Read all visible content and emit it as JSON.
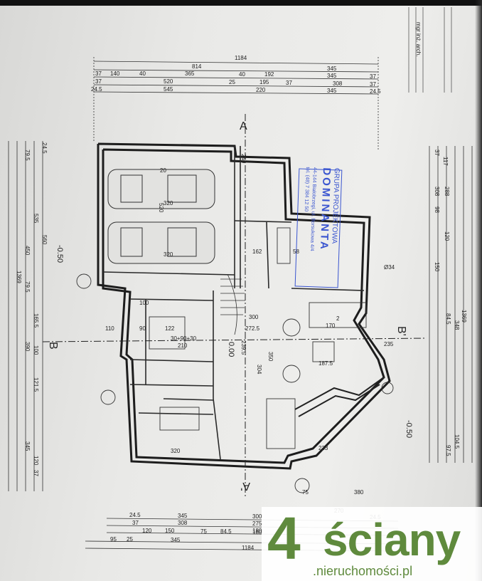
{
  "plan": {
    "dims_top": [
      {
        "t": "1184"
      },
      {
        "t": "814"
      },
      {
        "t": "345"
      },
      {
        "t": "37"
      },
      {
        "t": "140"
      },
      {
        "t": "40"
      },
      {
        "t": "365"
      },
      {
        "t": "40"
      },
      {
        "t": "192"
      },
      {
        "t": "345"
      },
      {
        "t": "37"
      },
      {
        "t": "37"
      },
      {
        "t": "520"
      },
      {
        "t": "25"
      },
      {
        "t": "195"
      },
      {
        "t": "37"
      },
      {
        "t": "308"
      },
      {
        "t": "37"
      },
      {
        "t": "24.5"
      },
      {
        "t": "545"
      },
      {
        "t": "220"
      },
      {
        "t": "345"
      },
      {
        "t": "24.5"
      }
    ],
    "dims_bottom": [
      {
        "t": "24.5"
      },
      {
        "t": "345"
      },
      {
        "t": "300"
      },
      {
        "t": "24.5"
      },
      {
        "t": "37"
      },
      {
        "t": "308"
      },
      {
        "t": "275"
      },
      {
        "t": "180"
      },
      {
        "t": "120"
      },
      {
        "t": "150"
      },
      {
        "t": "75"
      },
      {
        "t": "84.5"
      },
      {
        "t": "180"
      },
      {
        "t": "95"
      },
      {
        "t": "25"
      },
      {
        "t": "345"
      },
      {
        "t": "345"
      },
      {
        "t": "1184"
      }
    ],
    "dims_left": [
      {
        "t": "24.5"
      },
      {
        "t": "79.5"
      },
      {
        "t": "535"
      },
      {
        "t": "560"
      },
      {
        "t": "450"
      },
      {
        "t": "1369"
      },
      {
        "t": "79.5"
      },
      {
        "t": "165.5"
      },
      {
        "t": "390"
      },
      {
        "t": "100"
      },
      {
        "t": "121.5"
      },
      {
        "t": "345"
      },
      {
        "t": "120"
      },
      {
        "t": "37"
      }
    ],
    "dims_right": [
      {
        "t": "37"
      },
      {
        "t": "117"
      },
      {
        "t": "308"
      },
      {
        "t": "288"
      },
      {
        "t": "98"
      },
      {
        "t": "120"
      },
      {
        "t": "150"
      },
      {
        "t": "1369"
      },
      {
        "t": "84.5"
      },
      {
        "t": "348"
      },
      {
        "t": "104.5"
      },
      {
        "t": "97.5"
      }
    ],
    "labels": {
      "section_a_top": "A",
      "section_a_bottom": "A'",
      "section_b_left": "B",
      "section_b_right": "B'",
      "level_left": "-0.50",
      "level_right": "-0.50",
      "level_center": "0.00",
      "garage_w": "520",
      "car_1": "320",
      "car_2": "320",
      "room_90": "30+90+30",
      "room_210": "210",
      "stair_300": "300",
      "r_272": "272.5",
      "r_239": "239.5",
      "r_350": "350",
      "r_304": "304",
      "r_170": "170",
      "r_187": "187.5",
      "r_235": "235",
      "r_320": "320",
      "r_233": "233",
      "fi": "Ø34",
      "d_162": "162",
      "d_58": "58",
      "d_100": "100",
      "d_90": "90",
      "d_122": "122",
      "d_110": "110",
      "d_75": "75",
      "d_380": "380",
      "d_270": "270",
      "d_2": "2",
      "d_20": "20",
      "d_240": "240"
    },
    "stamp": {
      "line1": "GRUPA PROJEKTOWA",
      "line2": "DOMINANTA",
      "line3": "44-144 Białobrzegi, ul. Borsukowa 4/4",
      "line4": "tel. (48) 7 384 12 50"
    },
    "corner_note": "mgr inż. arch."
  },
  "watermark": {
    "brand_digit": "4",
    "brand_name": "ściany",
    "brand_sub": ".nieruchomości.pl",
    "color": "#5f8a3d"
  }
}
